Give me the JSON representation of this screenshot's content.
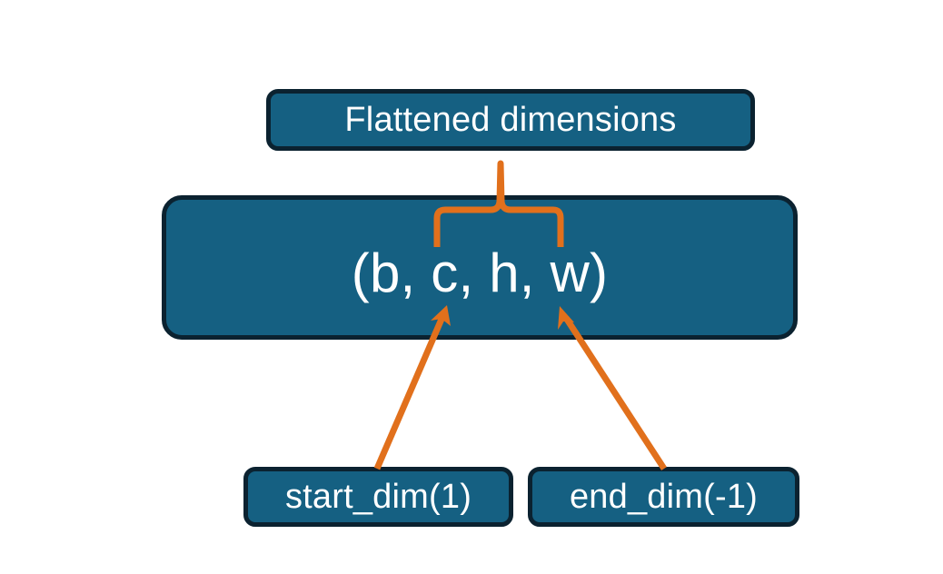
{
  "diagram": {
    "title_text": "Flattened dimensions",
    "shape_text": "(b, c, h, w)",
    "start_dim_text": "start_dim(1)",
    "end_dim_text": "end_dim(-1)",
    "colors": {
      "node_fill": "#156082",
      "node_border": "#0B2230",
      "connector": "#E1701C",
      "label_text": "#FFFFFF",
      "background": "#FFFFFF"
    },
    "nodes": [
      {
        "name": "flattened-dimensions",
        "label": "Flattened dimensions"
      },
      {
        "name": "tensor-shape",
        "label": "(b, c, h, w)"
      },
      {
        "name": "start-dim",
        "label": "start_dim(1)"
      },
      {
        "name": "end-dim",
        "label": "end_dim(-1)"
      }
    ],
    "connectors": [
      {
        "name": "brace-flattened-to-shape",
        "kind": "curly-brace",
        "from": "flattened-dimensions",
        "to": "tensor-shape",
        "spans": "c, h, w"
      },
      {
        "name": "arrow-start-dim-to-shape",
        "kind": "arrow",
        "from": "start-dim",
        "to": "tensor-shape"
      },
      {
        "name": "arrow-end-dim-to-shape",
        "kind": "arrow",
        "from": "end-dim",
        "to": "tensor-shape"
      }
    ]
  }
}
